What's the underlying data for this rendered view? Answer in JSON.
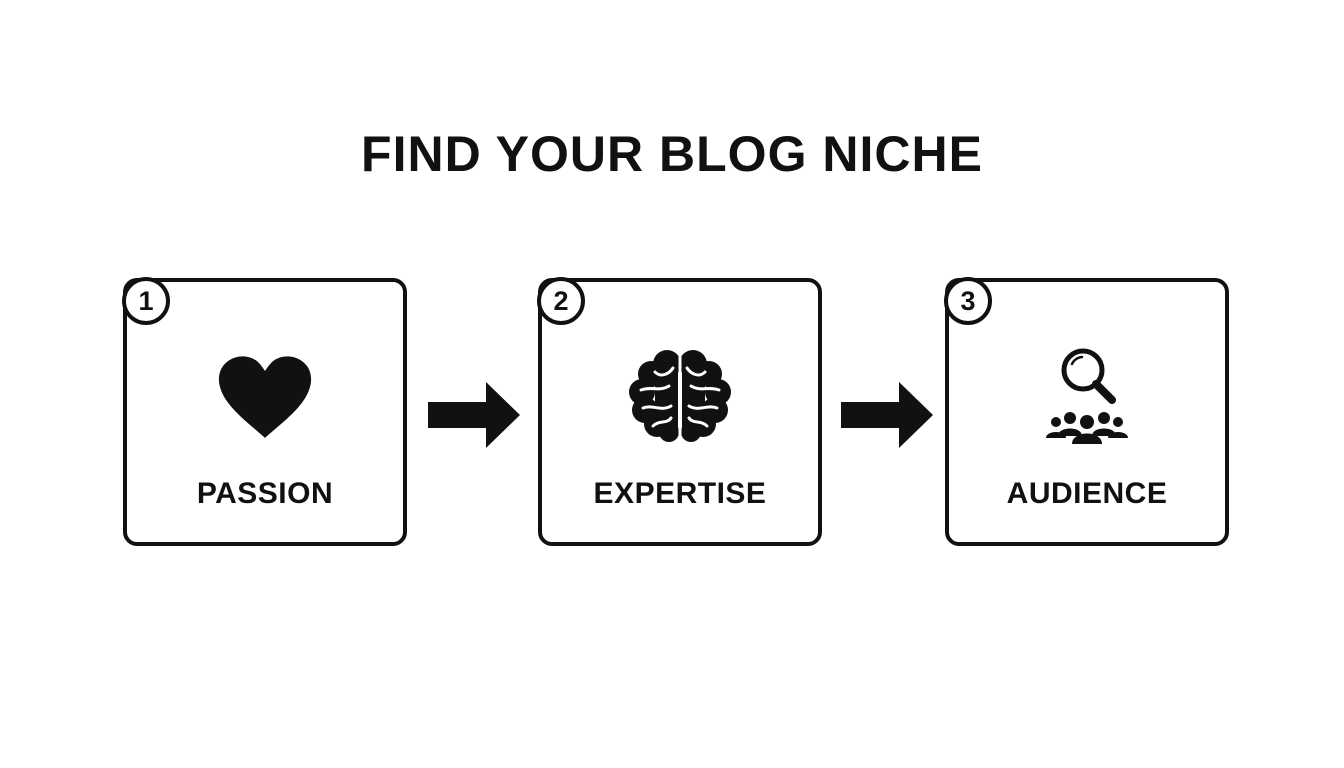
{
  "title": "FIND YOUR BLOG NICHE",
  "steps": [
    {
      "number": "1",
      "label": "PASSION",
      "icon": "heart-icon"
    },
    {
      "number": "2",
      "label": "EXPERTISE",
      "icon": "brain-icon"
    },
    {
      "number": "3",
      "label": "AUDIENCE",
      "icon": "magnifier-audience-icon"
    }
  ],
  "colors": {
    "ink": "#111111",
    "background": "#ffffff"
  }
}
